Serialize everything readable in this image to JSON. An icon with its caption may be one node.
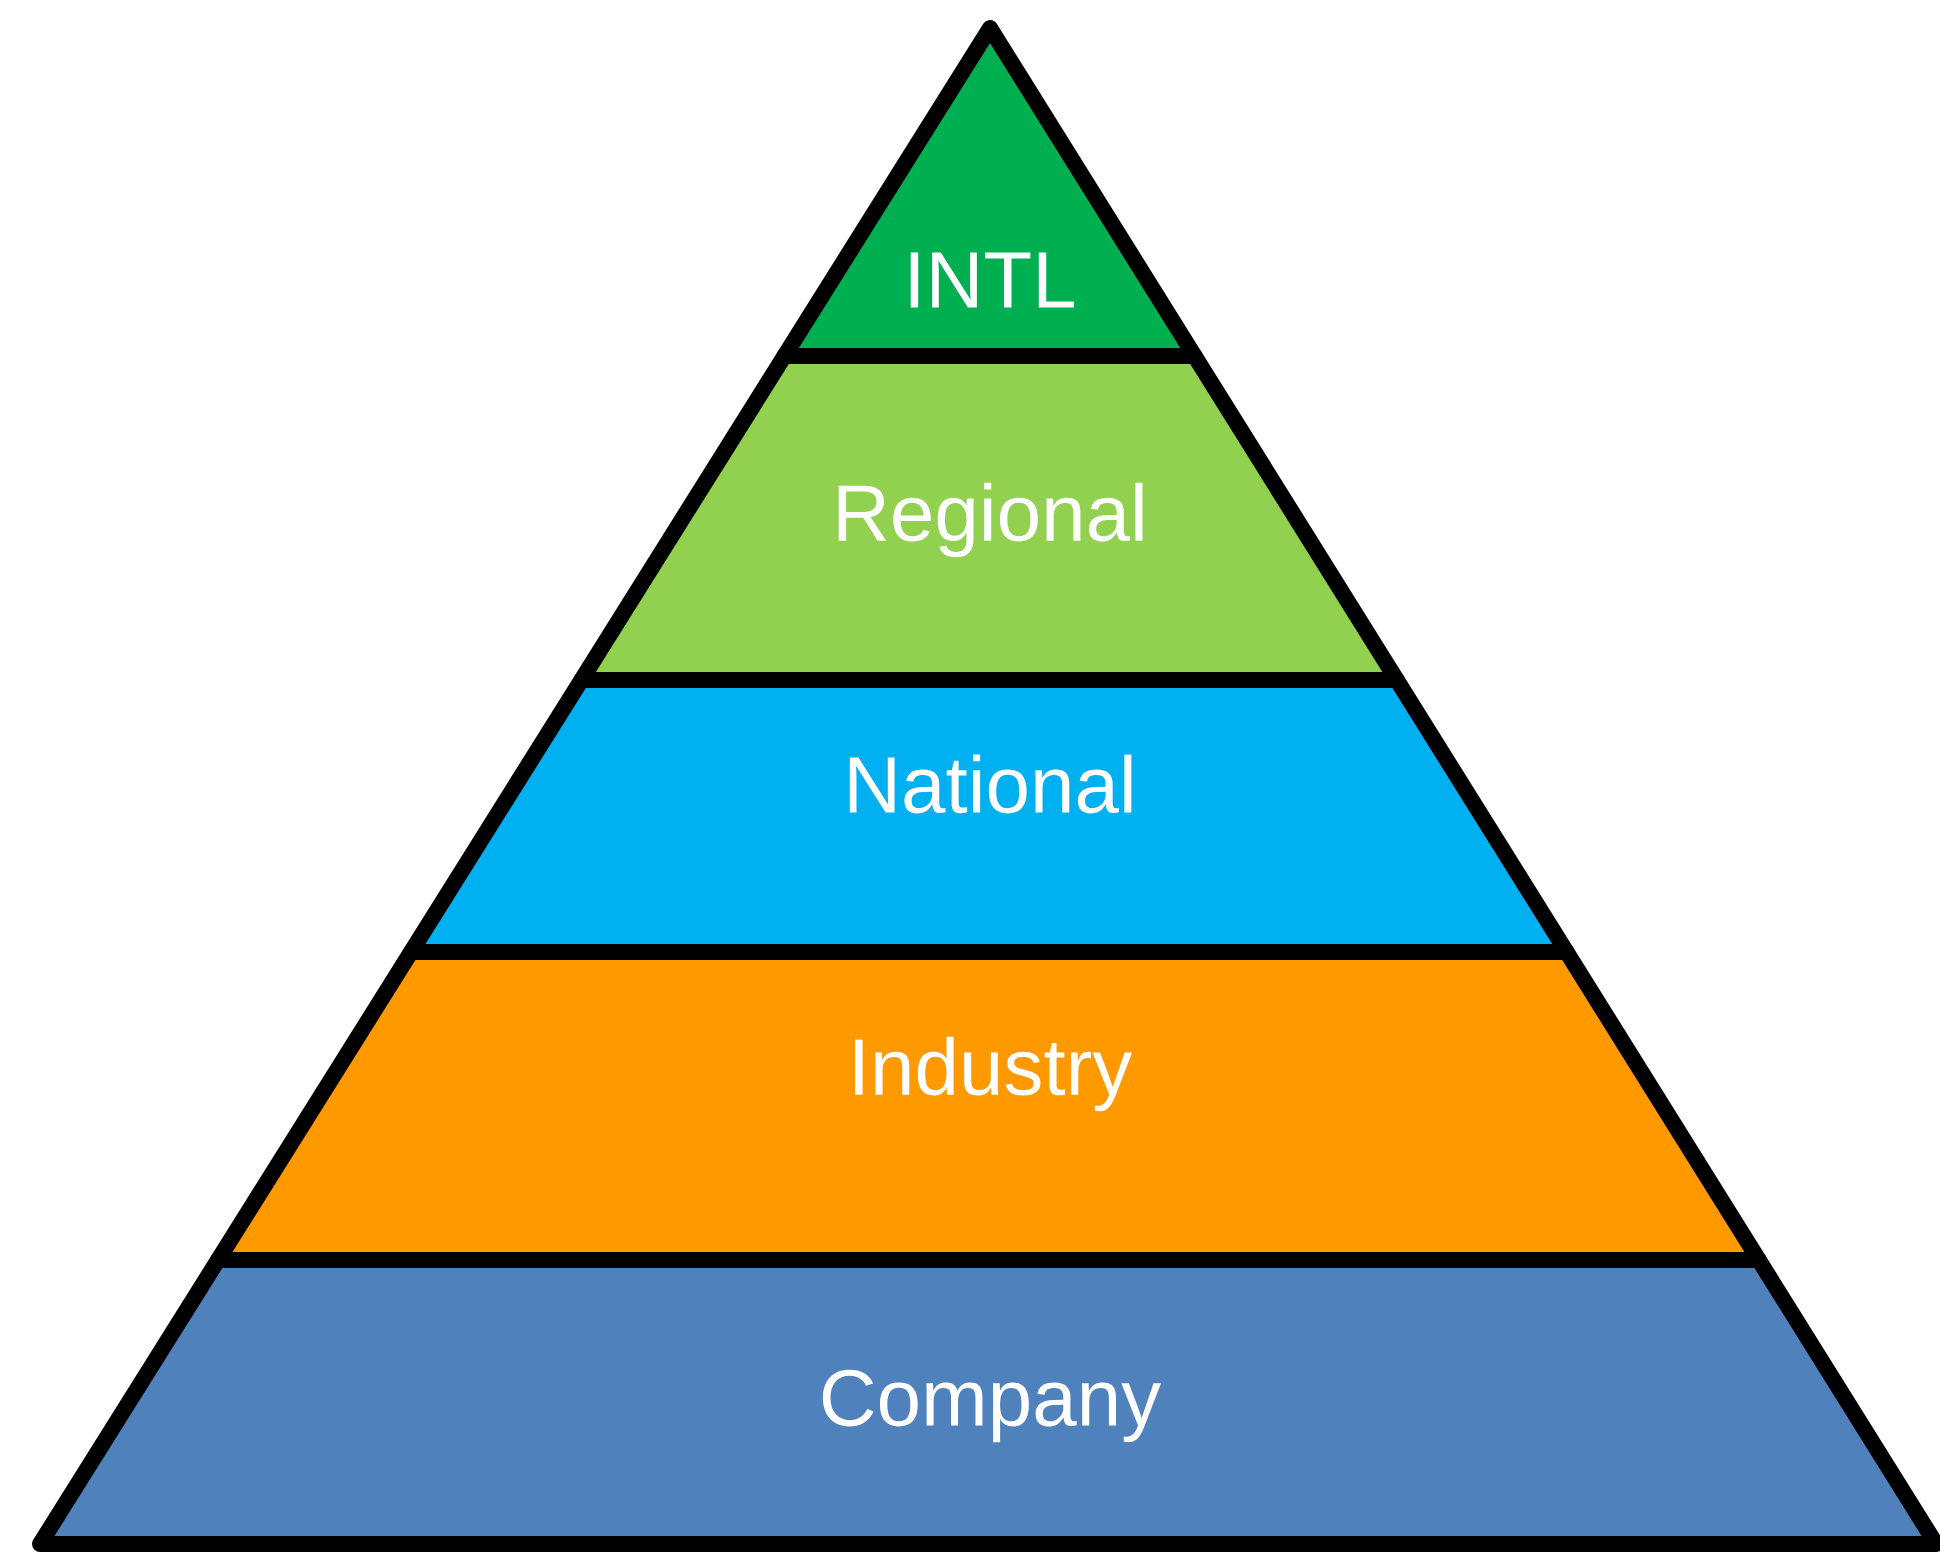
{
  "diagram": {
    "nodes": [
      {
        "text": [
          "INTL"
        ]
      },
      {
        "text": [
          "Regional"
        ]
      },
      {
        "text": [
          "National"
        ]
      },
      {
        "text": [
          "Industry"
        ]
      },
      {
        "text": [
          "Company"
        ]
      }
    ]
  }
}
